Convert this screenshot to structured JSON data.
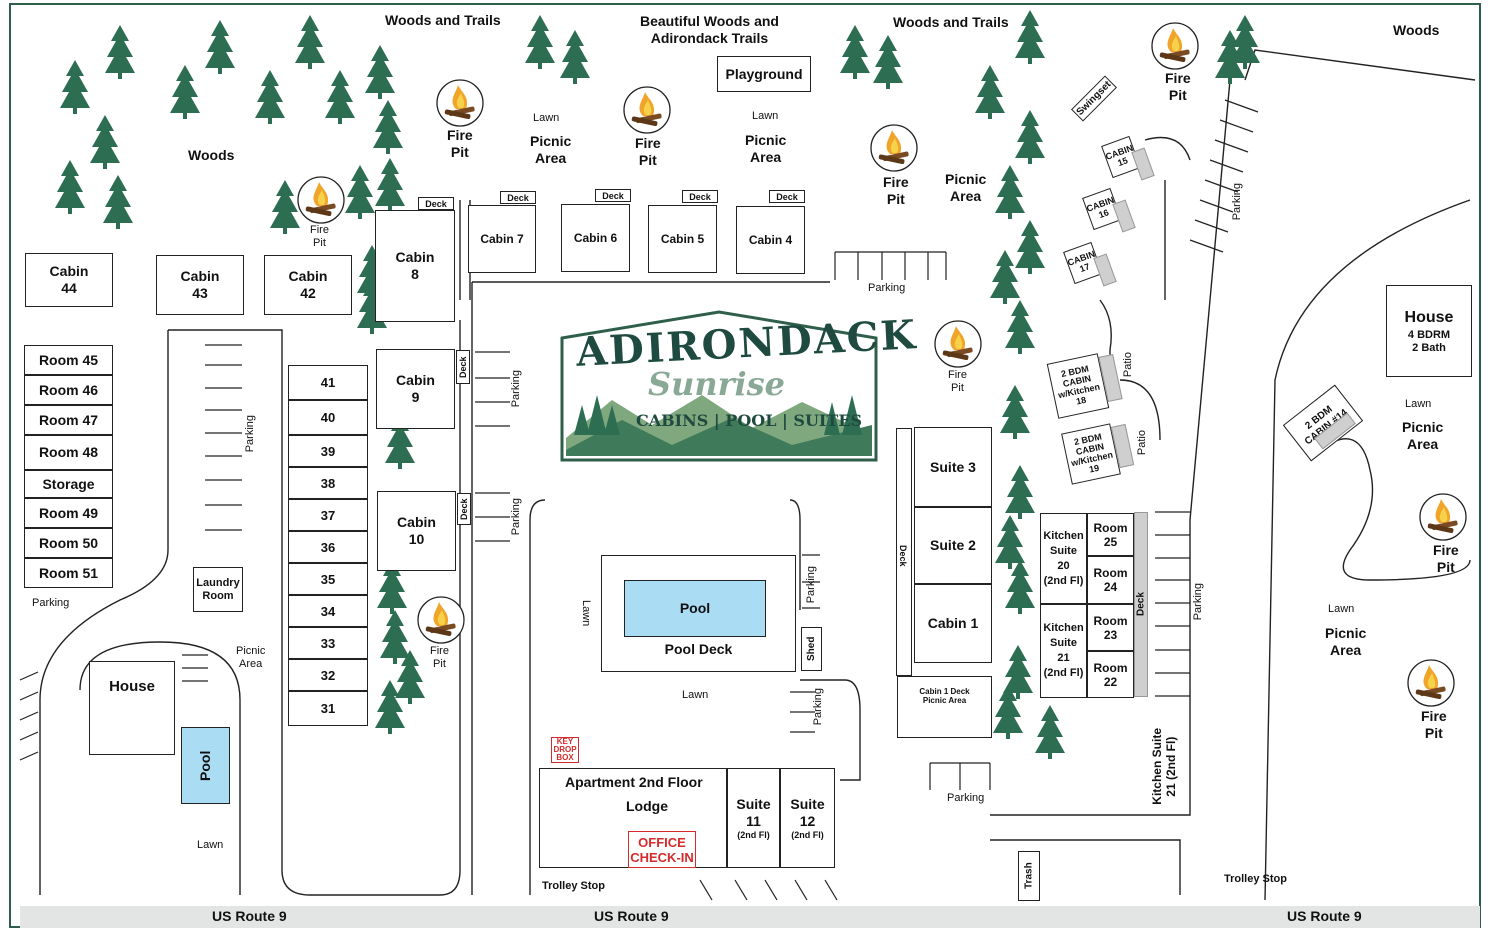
{
  "map": {
    "labels": {
      "woods_trails_left": "Woods and Trails",
      "woods_trails_mid": "Beautiful Woods and\nAdirondack Trails",
      "woods_trails_right": "Woods and Trails",
      "woods_top_right": "Woods",
      "woods_left": "Woods",
      "playground": "Playground",
      "lawn": "Lawn",
      "picnic_area": "Picnic\nArea",
      "picnic_area_single": "Picnic Area",
      "fire_pit": "Fire\nPit",
      "swingset": "Swingset",
      "parking": "Parking",
      "deck": "Deck",
      "patio": "Patio",
      "laundry_room": "Laundry\nRoom",
      "storage": "Storage",
      "house": "House",
      "pool": "Pool",
      "pool_deck": "Pool Deck",
      "shed": "Shed",
      "trash": "Trash",
      "trolley_stop": "Trolley Stop",
      "key_drop_box": "KEY\nDROP\nBOX",
      "apartment": "Apartment 2nd Floor",
      "lodge": "Lodge",
      "office": "OFFICE\nCHECK-IN",
      "us_route": "US Route 9",
      "cabin1_deck": "Cabin 1 Deck\nPicnic Area",
      "kitchen_suite_21_vertical": "Kitchen Suite\n21 (2nd Fl)",
      "house_4bdrm": "House",
      "house_4bdrm_sub": "4 BDRM\n2 Bath"
    },
    "cabins": {
      "c44": "Cabin\n44",
      "c43": "Cabin\n43",
      "c42": "Cabin\n42",
      "c8": "Cabin\n8",
      "c7": "Cabin 7",
      "c6": "Cabin 6",
      "c5": "Cabin 5",
      "c4": "Cabin 4",
      "c9": "Cabin\n9",
      "c10": "Cabin\n10",
      "c1": "Cabin 1",
      "c15": "CABIN\n15",
      "c16": "CABIN\n16",
      "c17": "CABIN\n17",
      "c18": "2 BDM\nCABIN\nw/Kitchen\n18",
      "c19": "2 BDM\nCABIN\nw/Kitchen\n19",
      "c14": "2 BDM\nCABIN #14"
    },
    "rooms_left": [
      "Room 45",
      "Room 46",
      "Room 47",
      "Room 48",
      "Storage",
      "Room 49",
      "Room 50",
      "Room 51"
    ],
    "rooms_mid": [
      "41",
      "40",
      "39",
      "38",
      "37",
      "36",
      "35",
      "34",
      "33",
      "32",
      "31"
    ],
    "suites": {
      "s3": "Suite 3",
      "s2": "Suite 2",
      "ks20": "Kitchen\nSuite\n20\n(2nd Fl)",
      "ks21": "Kitchen\nSuite\n21\n(2nd Fl)",
      "r25": "Room\n25",
      "r24": "Room\n24",
      "r23": "Room\n23",
      "r22": "Room\n22",
      "s11": "Suite",
      "s11n": "11",
      "s11f": "(2nd Fl)",
      "s12": "Suite",
      "s12n": "12",
      "s12f": "(2nd Fl)"
    },
    "logo": {
      "title": "ADIRONDACK",
      "script": "Sunrise",
      "tagline": "CABINS | POOL | SUITES"
    },
    "colors": {
      "tree": "#2d6e52",
      "frame": "#2f5f4a",
      "pool": "#aadcf4",
      "road": "#e3e5e5",
      "accent_red": "#d52b2b"
    }
  }
}
